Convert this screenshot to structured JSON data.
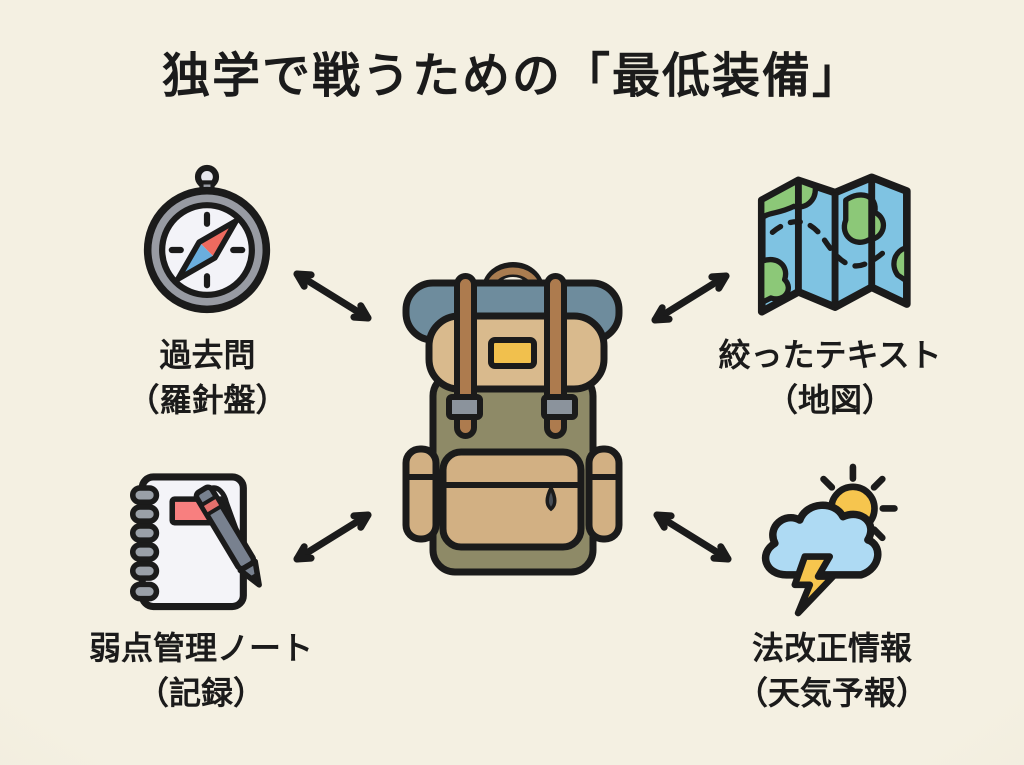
{
  "title": "独学で戦うための「最低装備」",
  "center_item": {
    "icon": "backpack-icon"
  },
  "quadrants": [
    {
      "position": "top-left",
      "icon": "compass-icon",
      "label_line1": "過去問",
      "label_line2": "（羅針盤）"
    },
    {
      "position": "top-right",
      "icon": "map-icon",
      "label_line1": "絞ったテキスト",
      "label_line2": "（地図）"
    },
    {
      "position": "bottom-left",
      "icon": "notebook-pen-icon",
      "label_line1": "弱点管理ノート",
      "label_line2": "（記録）"
    },
    {
      "position": "bottom-right",
      "icon": "storm-cloud-sun-icon",
      "label_line1": "法改正情報",
      "label_line2": "（天気予報）"
    }
  ],
  "connections": [
    {
      "from": "backpack",
      "to": "top-left",
      "style": "double-headed-arrow"
    },
    {
      "from": "backpack",
      "to": "top-right",
      "style": "double-headed-arrow"
    },
    {
      "from": "backpack",
      "to": "bottom-left",
      "style": "double-headed-arrow"
    },
    {
      "from": "backpack",
      "to": "bottom-right",
      "style": "double-headed-arrow"
    }
  ],
  "colors": {
    "background": "#f2eee0",
    "text": "#1b1b1b",
    "outline": "#1b1b1b",
    "compass_ring": "#989ba3",
    "compass_face": "#f3f3f8",
    "needle_red": "#ee6a5f",
    "needle_blue": "#6aaede",
    "map_water": "#7fc3e2",
    "map_land": "#8cc878",
    "notebook_page": "#f4f4f8",
    "notebook_spiral": "#9aa0a8",
    "notebook_label": "#f87f7f",
    "pen_body": "#78818f",
    "pen_band": "#e4706c",
    "cloud": "#aedaf3",
    "sun": "#f6c54e",
    "lightning": "#f6c54e",
    "backpack_roll": "#6e8c9d",
    "backpack_flap": "#d9ba8d",
    "backpack_body": "#8e8a67",
    "backpack_pocket": "#d2b083",
    "backpack_strap": "#ad7b4e",
    "backpack_buckle": "#8b939c",
    "backpack_patch": "#f1c04d"
  }
}
